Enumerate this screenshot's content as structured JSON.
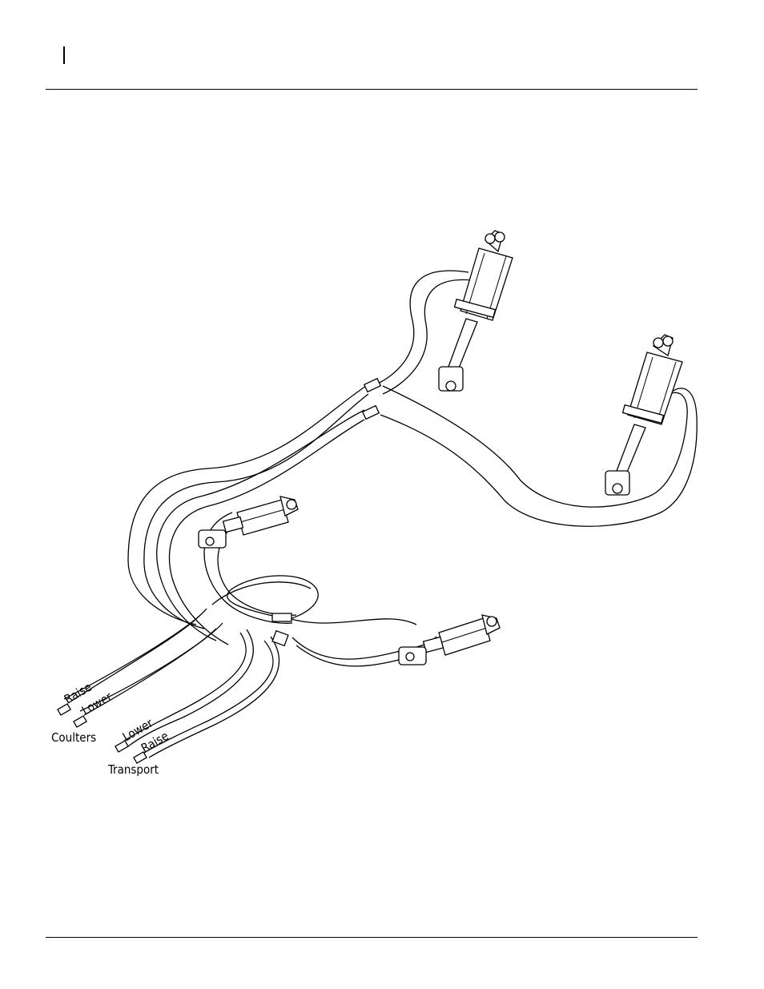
{
  "labels": {
    "coulters_raise": "Raise",
    "coulters_lower": "Lower",
    "coulters": "Coulters",
    "transport_lower": "Lower",
    "transport_raise": "Raise",
    "transport": "Transport"
  }
}
